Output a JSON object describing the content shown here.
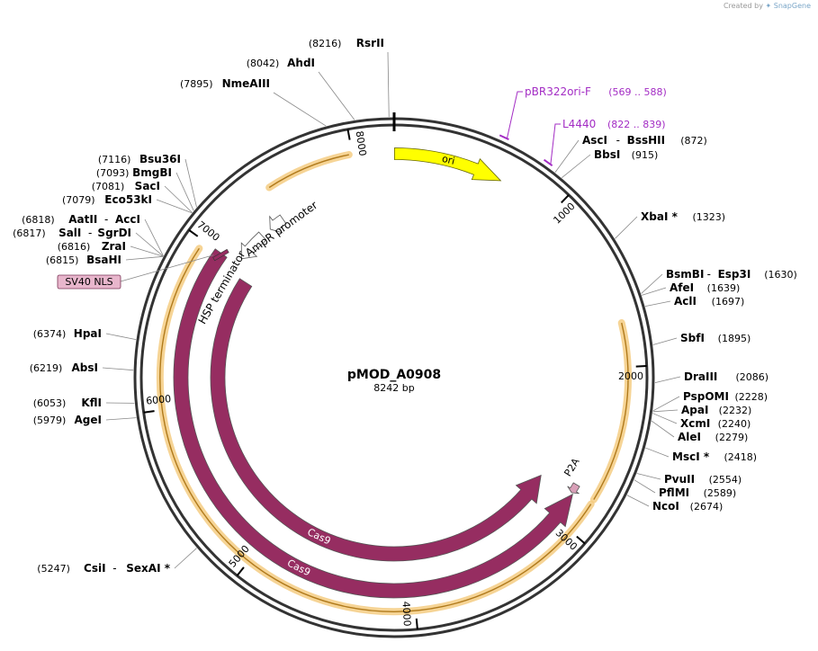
{
  "credit": {
    "prefix": "Created by",
    "brand": "SnapGene"
  },
  "plasmid": {
    "name": "pMOD_A0908",
    "length_label": "8242 bp",
    "length": 8242
  },
  "colors": {
    "cas9": "#962d61",
    "ori": "#ffff00",
    "primer": "#a32cc4",
    "highlight": "#f4c97a",
    "backbone": "#333333",
    "label": "#000000"
  },
  "ticks": [
    {
      "bp": 1000,
      "label": "1000"
    },
    {
      "bp": 2000,
      "label": "2000"
    },
    {
      "bp": 3000,
      "label": "3000"
    },
    {
      "bp": 4000,
      "label": "4000"
    },
    {
      "bp": 5000,
      "label": "5000"
    },
    {
      "bp": 6000,
      "label": "6000"
    },
    {
      "bp": 7000,
      "label": "7000"
    },
    {
      "bp": 8000,
      "label": "8000"
    }
  ],
  "features": [
    {
      "name": "ori",
      "label": "ori",
      "start": 2,
      "end": 650,
      "strand": "+",
      "color": "#ffff00",
      "kind": "ori"
    },
    {
      "name": "cas9-outer",
      "label": "Cas9",
      "start": 2820,
      "end": 7000,
      "strand": "-",
      "color": "#962d61",
      "kind": "cds"
    },
    {
      "name": "cas9-inner",
      "label": "Cas9",
      "start": 2830,
      "end": 6930,
      "strand": "-",
      "color": "#962d61",
      "kind": "cds"
    },
    {
      "name": "p2a",
      "label": "P2A",
      "start": 2757,
      "end": 2815,
      "strand": "+",
      "color": "#d9a0b8",
      "kind": "small"
    },
    {
      "name": "hsp-terminator",
      "label": "HSP terminator",
      "start": 7050,
      "end": 7260,
      "strand": "-",
      "color": "#ffffff",
      "kind": "term"
    },
    {
      "name": "ampr-promoter",
      "label": "AmpR promoter",
      "start": 7330,
      "end": 7440,
      "strand": "-",
      "color": "#ffffff",
      "kind": "promoter"
    }
  ],
  "highlights": [
    {
      "start": 7480,
      "end": 7980
    },
    {
      "start": 1750,
      "end": 2780
    },
    {
      "start": 2810,
      "end": 6950
    }
  ],
  "sv40_nls": {
    "label": "SV40 NLS",
    "bp": 6990
  },
  "sites": [
    {
      "name": "RsrII",
      "pos": "(8216)",
      "bp": 8216
    },
    {
      "name": "AhdI",
      "pos": "(8042)",
      "bp": 8042
    },
    {
      "name": "NmeAIII",
      "pos": "(7895)",
      "bp": 7895
    },
    {
      "name": "Bsu36I",
      "pos": "(7116)",
      "bp": 7116
    },
    {
      "name": "BmgBI",
      "pos": "(7093)",
      "bp": 7093
    },
    {
      "name": "SacI",
      "pos": "(7081)",
      "bp": 7081
    },
    {
      "name": "Eco53kI",
      "pos": "(7079)",
      "bp": 7079
    },
    {
      "name": "AatII",
      "name2": "AccI",
      "pos": "(6818)",
      "bp": 6818
    },
    {
      "name": "SalI",
      "name2": "SgrDI",
      "pos": "(6817)",
      "bp": 6817
    },
    {
      "name": "ZraI",
      "pos": "(6816)",
      "bp": 6816
    },
    {
      "name": "BsaHI",
      "pos": "(6815)",
      "bp": 6815
    },
    {
      "name": "HpaI",
      "pos": "(6374)",
      "bp": 6374
    },
    {
      "name": "AbsI",
      "pos": "(6219)",
      "bp": 6219
    },
    {
      "name": "KflI",
      "pos": "(6053)",
      "bp": 6053
    },
    {
      "name": "AgeI",
      "pos": "(5979)",
      "bp": 5979
    },
    {
      "name": "CsiI",
      "name2": "SexAI *",
      "pos": "(5247)",
      "bp": 5247
    },
    {
      "name": "AscI",
      "name2": "BssHII",
      "pos": "(872)",
      "bp": 872
    },
    {
      "name": "BbsI",
      "pos": "(915)",
      "bp": 915
    },
    {
      "name": "XbaI *",
      "pos": "(1323)",
      "bp": 1323
    },
    {
      "name": "BsmBI",
      "name2": "Esp3I",
      "pos": "(1630)",
      "bp": 1630
    },
    {
      "name": "AfeI",
      "pos": "(1639)",
      "bp": 1639
    },
    {
      "name": "AclI",
      "pos": "(1697)",
      "bp": 1697
    },
    {
      "name": "SbfI",
      "pos": "(1895)",
      "bp": 1895
    },
    {
      "name": "DraIII",
      "pos": "(2086)",
      "bp": 2086
    },
    {
      "name": "PspOMI",
      "pos": "(2228)",
      "bp": 2228
    },
    {
      "name": "ApaI",
      "pos": "(2232)",
      "bp": 2232
    },
    {
      "name": "XcmI",
      "pos": "(2240)",
      "bp": 2240
    },
    {
      "name": "AleI",
      "pos": "(2279)",
      "bp": 2279
    },
    {
      "name": "MscI *",
      "pos": "(2418)",
      "bp": 2418
    },
    {
      "name": "PvuII",
      "pos": "(2554)",
      "bp": 2554
    },
    {
      "name": "PflMI",
      "pos": "(2589)",
      "bp": 2589
    },
    {
      "name": "NcoI",
      "pos": "(2674)",
      "bp": 2674
    }
  ],
  "primers": [
    {
      "name": "pBR322ori-F",
      "range": "(569 .. 588)",
      "bp": 578
    },
    {
      "name": "L4440",
      "range": "(822 .. 839)",
      "bp": 830
    }
  ]
}
